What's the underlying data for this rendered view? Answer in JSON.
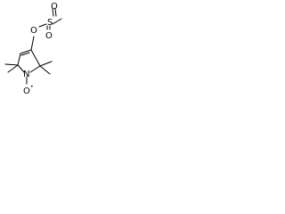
{
  "structure": {
    "atoms": {
      "sulfur": "S",
      "sulfonyl_oxygen_top": "O",
      "sulfonyl_oxygen_bottom": "O",
      "ester_oxygen": "O",
      "nitrogen": "N",
      "nitroxide_oxygen": "O",
      "radical_dot": "•"
    }
  }
}
